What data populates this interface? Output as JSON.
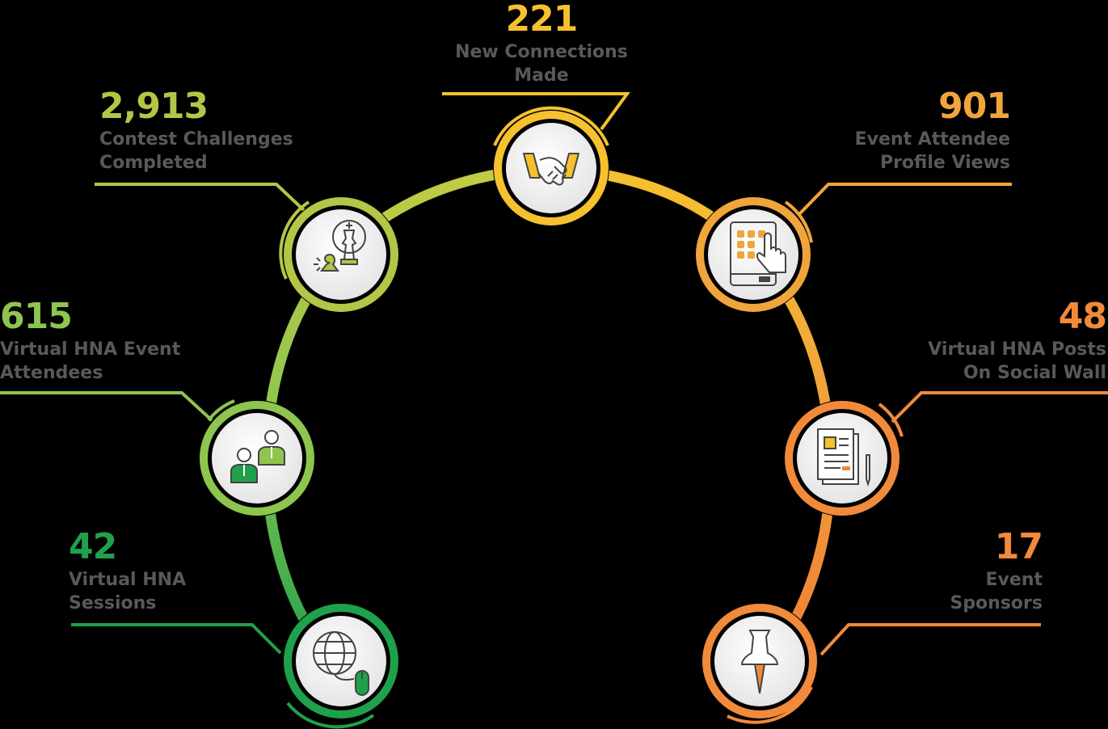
{
  "colors": {
    "lime": "#b5c545",
    "yellow": "#f5c12f",
    "amber": "#f0a53c",
    "orange": "#f18a3b",
    "green": "#8dc54f",
    "deep_green": "#1fa14b",
    "label_gray": "#58595b"
  },
  "stats": [
    {
      "id": "connections",
      "value": "221",
      "label_lines": [
        "New Connections",
        "Made"
      ],
      "icon": "handshake-icon"
    },
    {
      "id": "contest",
      "value": "2,913",
      "label_lines": [
        "Contest Challenges",
        "Completed"
      ],
      "icon": "chess-icon"
    },
    {
      "id": "profile_views",
      "value": "901",
      "label_lines": [
        "Event Attendee",
        "Profile Views"
      ],
      "icon": "tablet-touch-icon"
    },
    {
      "id": "attendees",
      "value": "615",
      "label_lines": [
        "Virtual HNA Event",
        "Attendees"
      ],
      "icon": "people-icon"
    },
    {
      "id": "posts",
      "value": "48",
      "label_lines": [
        "Virtual HNA Posts",
        "On Social Wall"
      ],
      "icon": "document-pen-icon"
    },
    {
      "id": "sessions",
      "value": "42",
      "label_lines": [
        "Virtual HNA",
        "Sessions"
      ],
      "icon": "globe-mouse-icon"
    },
    {
      "id": "sponsors",
      "value": "17",
      "label_lines": [
        "Event",
        "Sponsors"
      ],
      "icon": "pushpin-icon"
    }
  ]
}
